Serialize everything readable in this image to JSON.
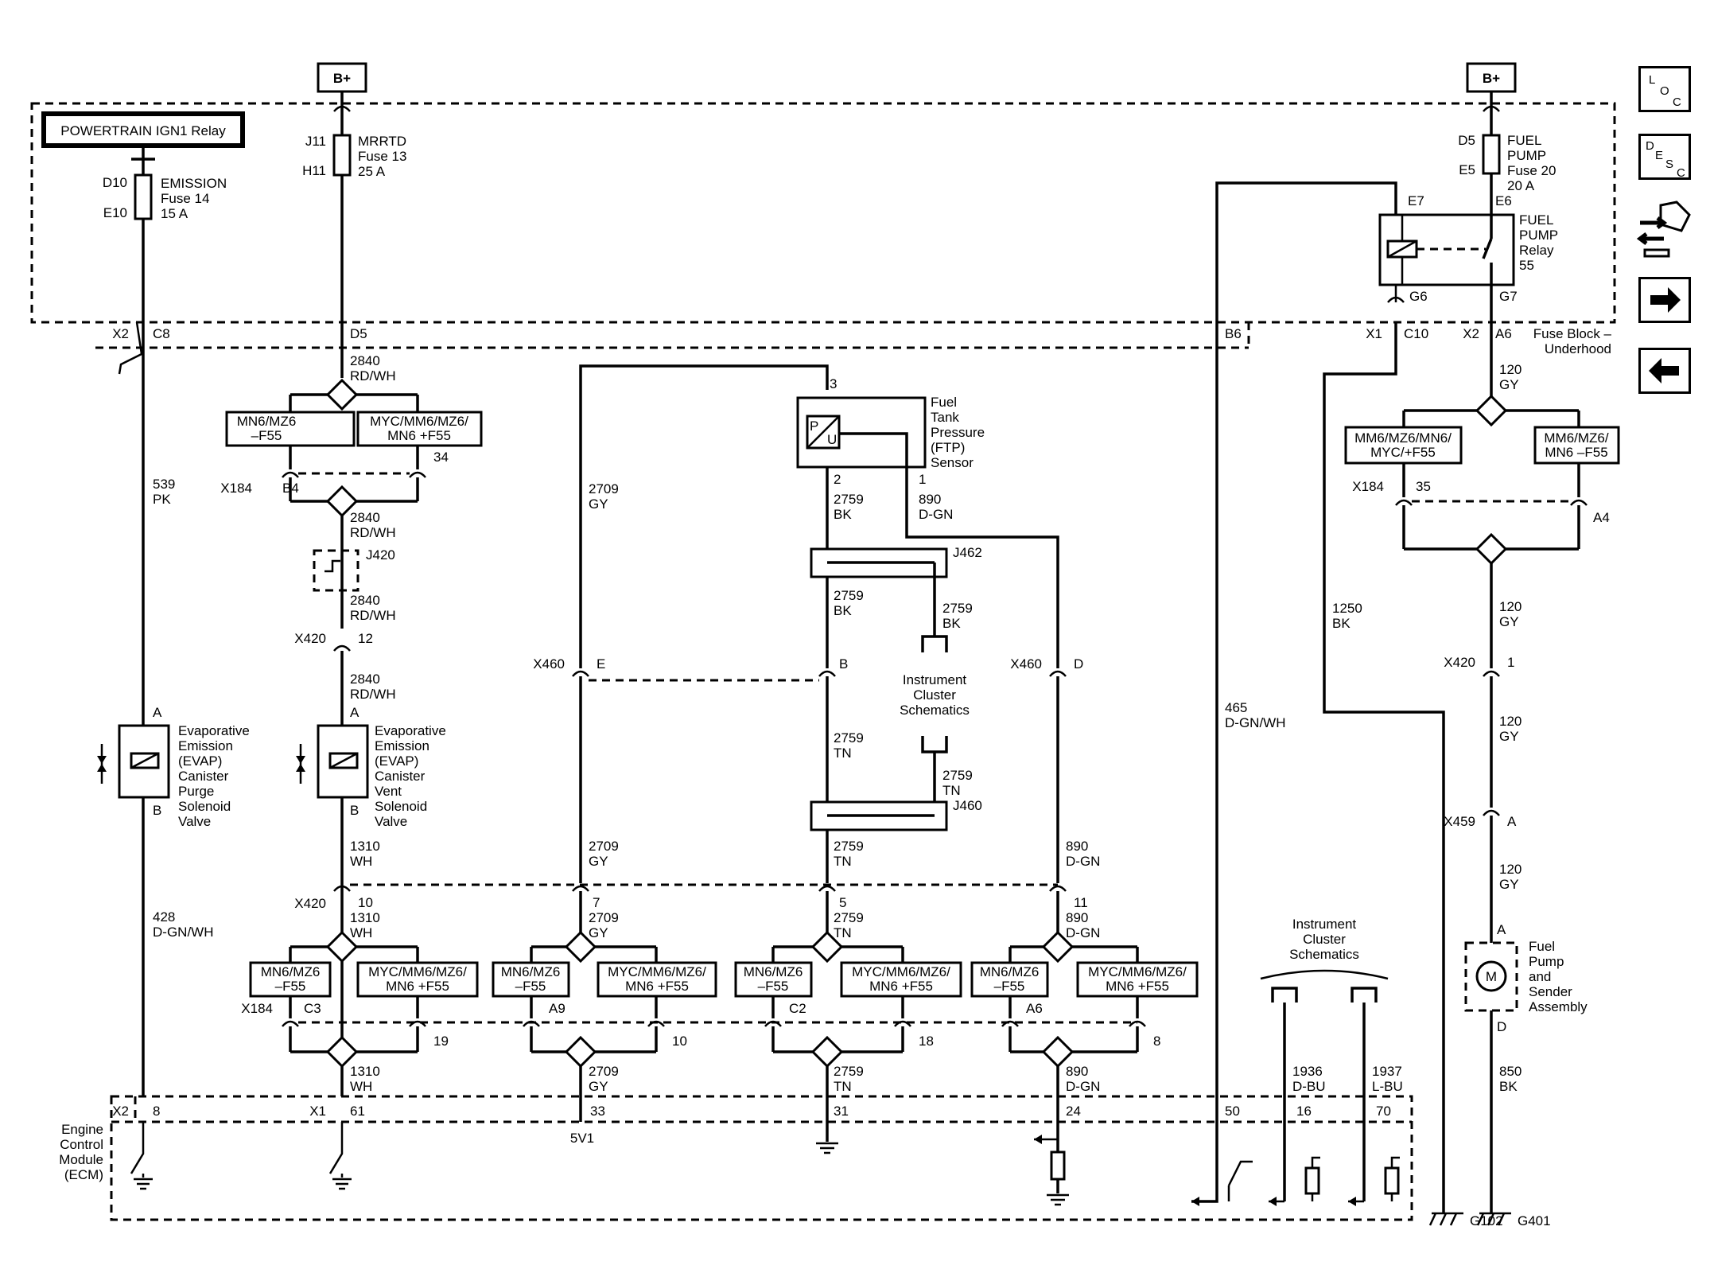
{
  "nav": {
    "loc": [
      "L",
      "O",
      "C"
    ],
    "desc": [
      "D",
      "E",
      "S",
      "C"
    ]
  },
  "top": {
    "bplus_left": "B+",
    "bplus_right": "B+",
    "relay_ign1": "POWERTRAIN IGN1 Relay",
    "fuse_block": [
      "Fuse Block –",
      "Underhood"
    ]
  },
  "fuse_emission": {
    "pin_top": "D10",
    "pin_bot": "E10",
    "label": [
      "EMISSION",
      "Fuse 14",
      "15 A"
    ]
  },
  "fuse_mrrtd": {
    "pin_top": "J11",
    "pin_bot": "H11",
    "label": [
      "MRRTD",
      "Fuse 13",
      "25 A"
    ]
  },
  "fuse_fuelpump": {
    "pin_top": "D5",
    "pin_bot": "E5",
    "label": [
      "FUEL",
      "PUMP",
      "Fuse 20",
      "20 A"
    ]
  },
  "fuel_pump_relay": {
    "pins": [
      "E7",
      "E6",
      "G6",
      "G7"
    ],
    "label": [
      "FUEL",
      "PUMP",
      "Relay",
      "55"
    ]
  },
  "connectors": {
    "x2_c8": [
      "X2",
      "C8"
    ],
    "d5": "D5",
    "b6": "B6",
    "x1_c10": [
      "X1",
      "C10"
    ],
    "x2_a6": [
      "X2",
      "A6"
    ]
  },
  "wires": {
    "w2840": [
      "2840",
      "RD/WH"
    ],
    "w539": [
      "539",
      "PK"
    ],
    "w428": [
      "428",
      "D-GN/WH"
    ],
    "w1310": [
      "1310",
      "WH"
    ],
    "w2709": [
      "2709",
      "GY"
    ],
    "w2759bk": [
      "2759",
      "BK"
    ],
    "w2759tn": [
      "2759",
      "TN"
    ],
    "w890": [
      "890",
      "D-GN"
    ],
    "w465": [
      "465",
      "D-GN/WH"
    ],
    "w1250": [
      "1250",
      "BK"
    ],
    "w120": [
      "120",
      "GY"
    ],
    "w1936": [
      "1936",
      "D-BU"
    ],
    "w1937": [
      "1937",
      "L-BU"
    ],
    "w850": [
      "850",
      "BK"
    ]
  },
  "option_boxes": {
    "mn6_f55": [
      "MN6/MZ6",
      "–F55"
    ],
    "myc_f55": [
      "MYC/MM6/MZ6/",
      "MN6 +F55"
    ],
    "mm6_f55": [
      "MM6/MZ6/MN6/",
      "MYC/+F55"
    ],
    "mn6_f55_b": [
      "MM6/MZ6/",
      "MN6 –F55"
    ]
  },
  "components": {
    "evap_purge": [
      "Evaporative",
      "Emission",
      "(EVAP)",
      "Canister",
      "Purge",
      "Solenoid",
      "Valve"
    ],
    "evap_vent": [
      "Evaporative",
      "Emission",
      "(EVAP)",
      "Canister",
      "Vent",
      "Solenoid",
      "Valve"
    ],
    "ftp": [
      "Fuel",
      "Tank",
      "Pressure",
      "(FTP)",
      "Sensor"
    ],
    "ic_schem": [
      "Instrument",
      "Cluster",
      "Schematics"
    ],
    "fuel_pump": [
      "Fuel",
      "Pump",
      "and",
      "Sender",
      "Assembly"
    ],
    "ecm": [
      "Engine",
      "Control",
      "Module",
      "(ECM)"
    ],
    "ftp_pu": [
      "P",
      "U"
    ],
    "motor": "M"
  },
  "pins": {
    "x184": "X184",
    "b4": "B4",
    "p34": "34",
    "j420": "J420",
    "x420": "X420",
    "p12": "12",
    "a": "A",
    "b": "B",
    "x460": "X460",
    "e": "E",
    "d": "D",
    "p3": "3",
    "p2": "2",
    "p1": "1",
    "j462": "J462",
    "j460": "J460",
    "p10": "10",
    "p7": "7",
    "p5": "5",
    "p11": "11",
    "c3": "C3",
    "p19": "19",
    "a9": "A9",
    "p10b": "10",
    "c2": "C2",
    "p18": "18",
    "a6": "A6",
    "p8": "8",
    "x2": "X2",
    "p8b": "8",
    "x1": "X1",
    "p61": "61",
    "p33": "33",
    "v5v1": "5V1",
    "p31": "31",
    "p24": "24",
    "p50": "50",
    "p16": "16",
    "p70": "70",
    "g102": "G102",
    "g401": "G401",
    "p35": "35",
    "a4": "A4",
    "p1b": "1",
    "x459": "X459",
    "p_a": "A",
    "p_d": "D"
  }
}
